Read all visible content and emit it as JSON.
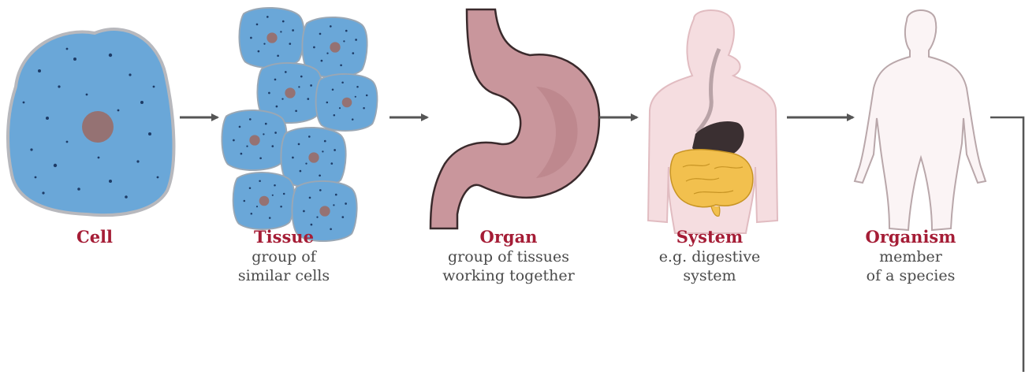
{
  "colors": {
    "label": "#a51d36",
    "text": "#4a4a4a",
    "arrow": "#555555",
    "cell_fill": "#6aa7d8",
    "nucleus": "#957273",
    "organ": "#c9969c",
    "body": "#f5dde0"
  },
  "stages": [
    {
      "title": "Cell",
      "desc": ""
    },
    {
      "title": "Tissue",
      "desc": "group of\nsimilar cells"
    },
    {
      "title": "Organ",
      "desc": "group of tissues\nworking together"
    },
    {
      "title": "System",
      "desc": "e.g. digestive\nsystem"
    },
    {
      "title": "Organism",
      "desc": "member\nof a species"
    }
  ]
}
